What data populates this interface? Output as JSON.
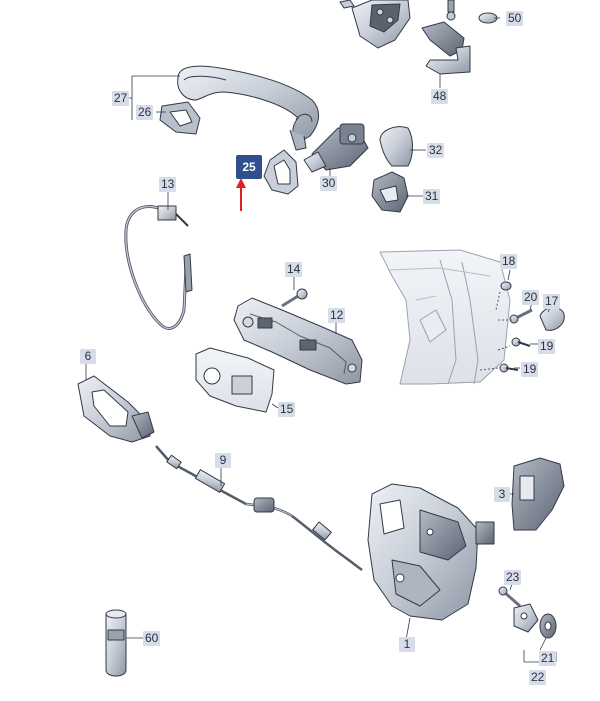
{
  "callouts": {
    "c50": "50",
    "c48": "48",
    "c27": "27",
    "c26": "26",
    "c32": "32",
    "c25": "25",
    "c30": "30",
    "c31": "31",
    "c13": "13",
    "c18": "18",
    "c14": "14",
    "c20": "20",
    "c17": "17",
    "c12": "12",
    "c19a": "19",
    "c19b": "19",
    "c6": "6",
    "c15": "15",
    "c9": "9",
    "c3": "3",
    "c23": "23",
    "c1": "1",
    "c60": "60",
    "c21": "21",
    "c22": "22"
  },
  "highlight_color": "#2f4f8f",
  "arrow_color": "#e02020"
}
